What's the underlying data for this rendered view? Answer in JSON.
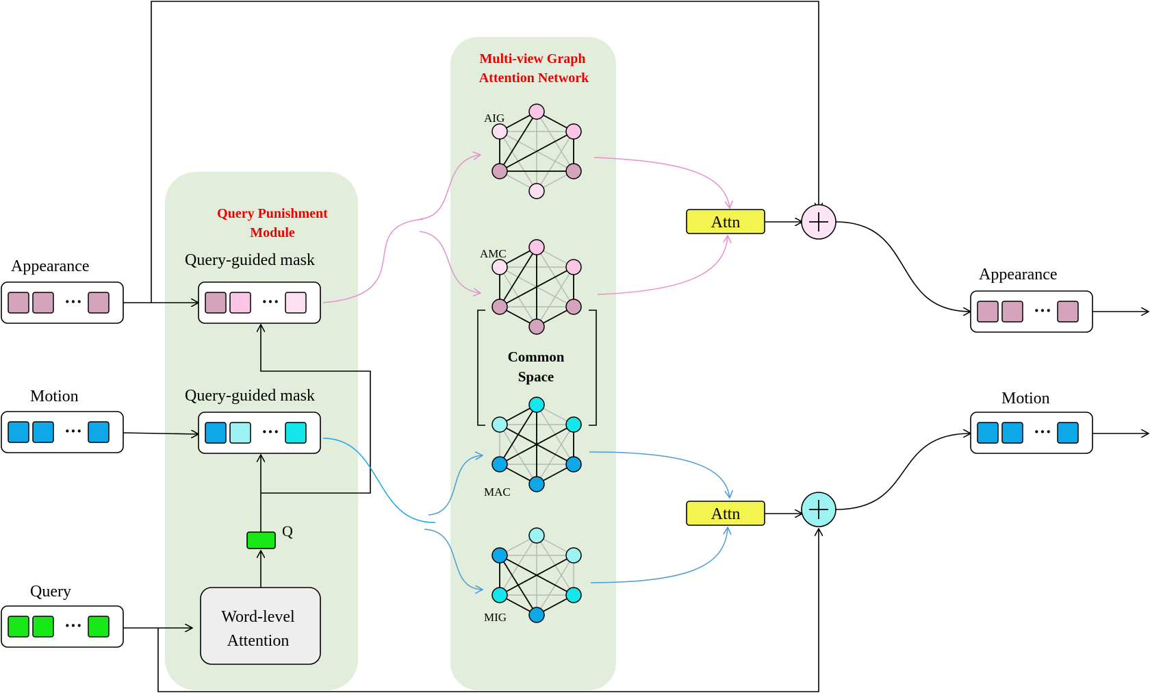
{
  "modules": {
    "qpm_title_line1": "Query Punishment",
    "qpm_title_line2": "Module",
    "mgat_title_line1": "Multi-view Graph",
    "mgat_title_line2": "Attention Network",
    "common_space_line1": "Common",
    "common_space_line2": "Space"
  },
  "inputs": {
    "appearance": "Appearance",
    "motion": "Motion",
    "query": "Query"
  },
  "masks": {
    "appearance_mask": "Query-guided mask",
    "motion_mask": "Query-guided mask"
  },
  "word_attention_line1": "Word-level",
  "word_attention_line2": "Attention",
  "q_label": "Q",
  "graphs": {
    "aig": "AIG",
    "amc": "AMC",
    "mac": "MAC",
    "mig": "MIG"
  },
  "attn": {
    "top": "Attn",
    "bottom": "Attn"
  },
  "outputs": {
    "appearance": "Appearance",
    "motion": "Motion"
  },
  "ellipsis": "···",
  "colors": {
    "panel_green": "#e2eedb",
    "appearance_dark": "#d4a3bc",
    "appearance_light": "#fbc6e6",
    "appearance_lighter": "#fce0f2",
    "motion_dark": "#0ea8e8",
    "motion_light": "#9cf3f2",
    "motion_cyan": "#14e6ec",
    "query_green": "#18e818",
    "attn_yellow": "#f4f450",
    "pink_arrow": "#e58fd0",
    "blue_arrow": "#4a9bd8",
    "title_red": "#ee0000"
  }
}
